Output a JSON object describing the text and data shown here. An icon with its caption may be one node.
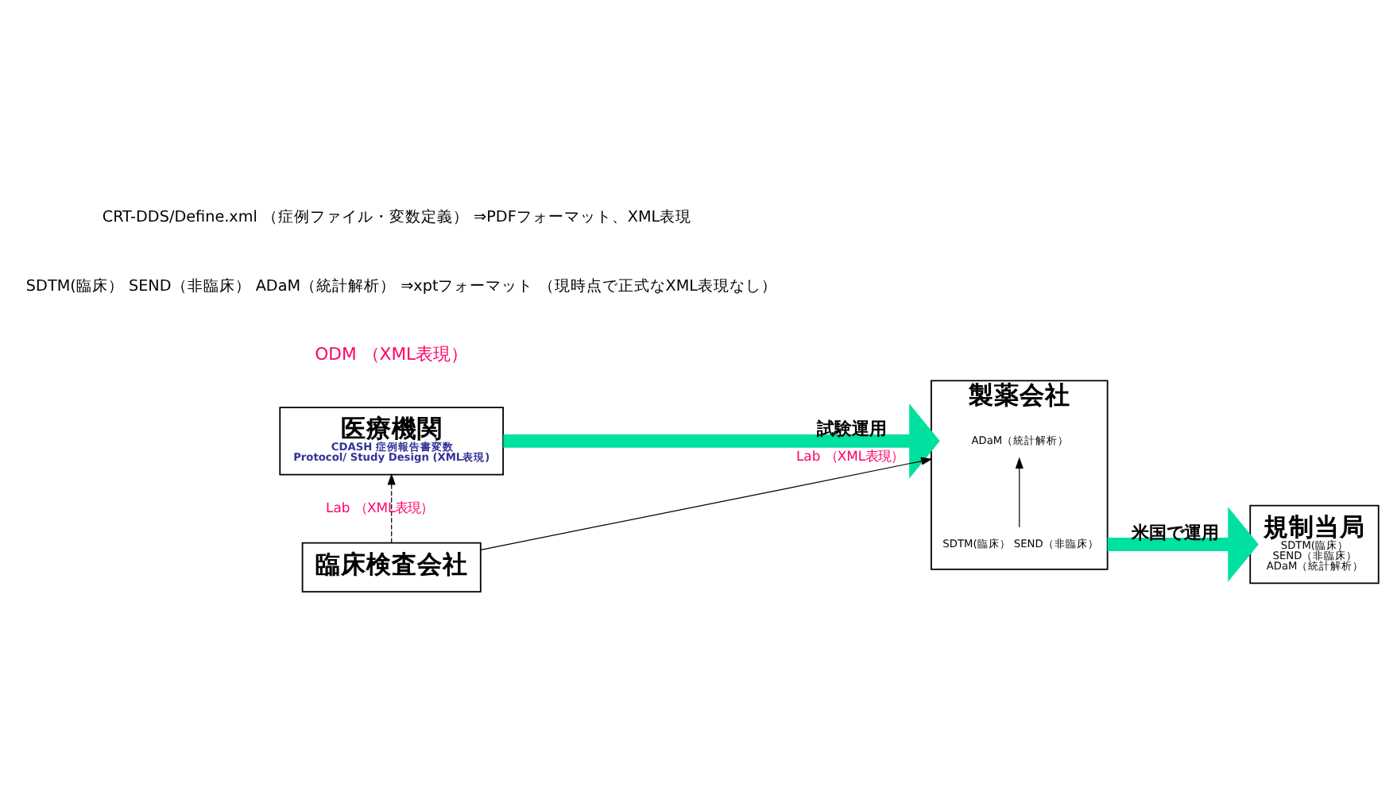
{
  "diagram": {
    "nodes": [
      {
        "text": [
          "医療機関",
          "CDASH 症例報告書変数",
          "Protocol/ Study Design (XML表現)"
        ]
      },
      {
        "text": [
          "製薬会社"
        ]
      },
      {
        "text": [
          "SDTM(臨床） SEND（非臨床）"
        ],
        "in": 1
      },
      {
        "text": [
          "ADaM（統計解析）"
        ],
        "in": 1
      },
      {
        "text": [
          "規制当局",
          "SDTM(臨床）",
          "SEND（非臨床）",
          "ADaM（統計解析）"
        ]
      },
      {
        "text": [
          "臨床検査会社"
        ]
      }
    ],
    "edges": [
      {
        "from": 0,
        "to": 1,
        "arrow": "to",
        "label": "試験運用",
        "style": "thick",
        "color": "#00e0a0"
      },
      {
        "from": 2,
        "to": 3,
        "arrow": "to"
      },
      {
        "from": 1,
        "to": 4,
        "arrow": "to",
        "label": "米国で運用",
        "style": "thick",
        "color": "#00e0a0"
      },
      {
        "from": 5,
        "to": 0,
        "arrow": "to",
        "label": "Lab （XML表現）",
        "style": "dashed"
      },
      {
        "from": 5,
        "to": 1,
        "arrow": "to",
        "label": "Lab （XML表現）"
      }
    ],
    "labels": [
      "ODM （XML表現）",
      "SDTM(臨床） SEND（非臨床） ADaM（統計解析） ⇒xptフォーマット （現時点で正式なXML表現なし）",
      "CRT-DDS/Define.xml （症例ファイル・変数定義） ⇒PDFフォーマット、XML表現"
    ]
  }
}
